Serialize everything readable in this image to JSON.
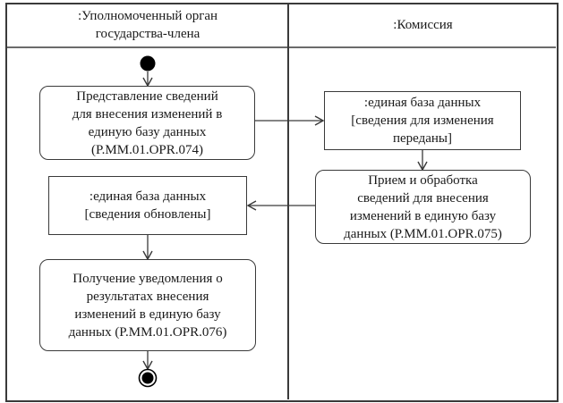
{
  "diagram": {
    "type": "UML activity diagram with swimlanes",
    "lanes": [
      {
        "id": "lane-member-state",
        "title": ":Уполномоченный орган\nгосударства-члена"
      },
      {
        "id": "lane-commission",
        "title": ":Комиссия"
      }
    ],
    "nodes": {
      "start": {
        "kind": "initial",
        "lane": "lane-member-state"
      },
      "action1": {
        "kind": "action",
        "lane": "lane-member-state",
        "text": "Представление сведений\nдля внесения изменений в\nединую базу данных\n(P.MM.01.OPR.074)"
      },
      "object1": {
        "kind": "object",
        "lane": "lane-commission",
        "text": ":единая база данных\n[сведения для изменения\nпереданы]"
      },
      "action2": {
        "kind": "action",
        "lane": "lane-commission",
        "text": "Прием и обработка\nсведений для внесения\nизменений в единую базу\nданных (P.MM.01.OPR.075)"
      },
      "object2": {
        "kind": "object",
        "lane": "lane-member-state",
        "text": ":единая база данных\n[сведения обновлены]"
      },
      "action3": {
        "kind": "action",
        "lane": "lane-member-state",
        "text": "Получение уведомления о\nрезультатах внесения\nизменений в единую базу\nданных (P.MM.01.OPR.076)"
      },
      "end": {
        "kind": "final",
        "lane": "lane-member-state"
      }
    },
    "edges": [
      {
        "from": "start",
        "to": "action1"
      },
      {
        "from": "action1",
        "to": "object1"
      },
      {
        "from": "object1",
        "to": "action2"
      },
      {
        "from": "action2",
        "to": "object2"
      },
      {
        "from": "object2",
        "to": "action3"
      },
      {
        "from": "action3",
        "to": "end"
      }
    ],
    "colors": {
      "line": "#3a3a3a",
      "fill": "#ffffff",
      "node_fill": "#000000"
    }
  }
}
